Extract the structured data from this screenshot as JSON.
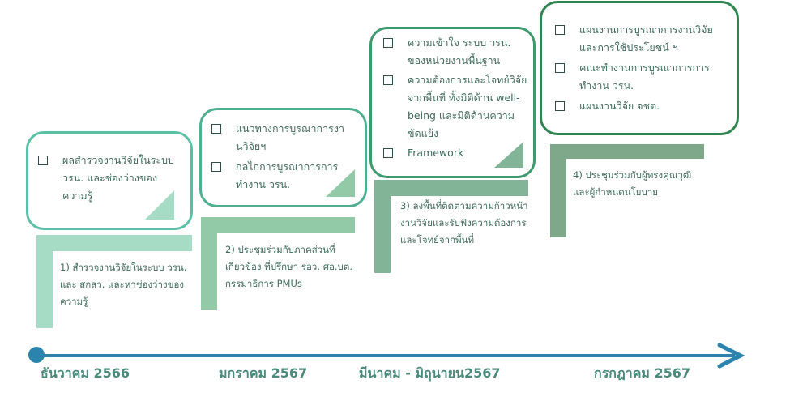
{
  "boxes": [
    {
      "items": [
        "ผลสำรวจงานวิจัยในระบบ วรน. และช่องว่างของความรู้"
      ]
    },
    {
      "items": [
        "แนวทางการบูรณาการงานวิจัยฯ",
        "กลไกการบูรณาการการทำงาน วรน."
      ]
    },
    {
      "items": [
        "ความเข้าใจ ระบบ วรน. ของหน่วยงานพื้นฐาน",
        "ความต้องการและโจทย์วิจัยจากพื้นที่ ทั้งมิติด้าน well-being และมิติด้านความขัดแย้ง",
        "Framework"
      ]
    },
    {
      "items": [
        "แผนงานการบูรณาการงานวิจัยและการใช้ประโยชน์ ฯ",
        "คณะทำงานการบูรณาการการทำงาน วรน.",
        "แผนงานวิจัย จชต."
      ]
    }
  ],
  "steps": [
    "1) สำรวจงานวิจัยในระบบ วรน. และ สกสว. และหาช่องว่างของความรู้",
    "2) ประชุมร่วมกับภาคส่วนที่เกี่ยวข้อง ที่ปรึกษา รอว. ศอ.บต. กรรมาธิการ PMUs",
    "3) ลงพื้นที่ติดตามความก้าวหน้างานวิจัยและรับฟังความต้องการและโจทย์จากพื้นที่",
    "4) ประชุมร่วมกับผู้ทรงคุณวุฒิและผู้กำหนดนโยบาย"
  ],
  "timeline": {
    "dates": [
      "ธันวาคม 2566",
      "มกราคม 2567",
      "มีนาคม -  มิถุนายน2567",
      "กรกฎาคม 2567"
    ]
  },
  "colors": {
    "box1": "#5bc0a6",
    "box2": "#4fb08f",
    "box3": "#3d9a6e",
    "box4": "#2f8552",
    "step1": "#a6dcc6",
    "step2": "#92caa8",
    "step3": "#82b497",
    "step4": "#7fa88a",
    "axis": "#2a84ad"
  }
}
